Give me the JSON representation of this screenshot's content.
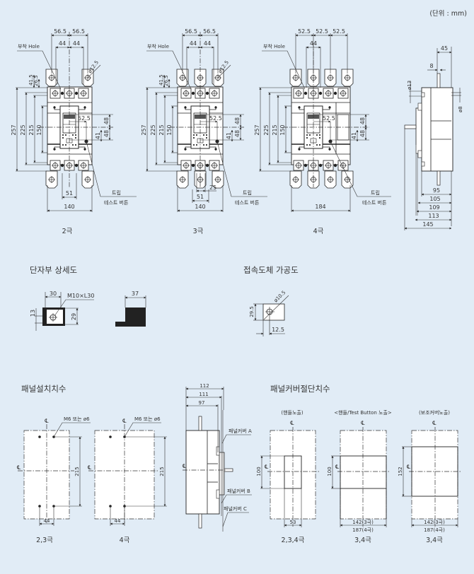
{
  "unit_label": "(단위 : mm)",
  "front_views": [
    {
      "caption": "2극",
      "top_dims": [
        "56.5",
        "56.5"
      ],
      "inner_dims": [
        "44",
        "44"
      ],
      "hole_label": "부착 Hole",
      "hole_dia": "ø12.5",
      "left_dims": [
        "41.5",
        "26.5"
      ],
      "height_dims": [
        "257",
        "225",
        "215",
        "150"
      ],
      "right_dims": [
        "52.5",
        "48",
        "41",
        "48"
      ],
      "bottom_dims": [
        "51",
        "140"
      ],
      "trip_label_1": "트립",
      "trip_label_2": "테스트 버튼"
    },
    {
      "caption": "3극",
      "top_dims": [
        "56.5",
        "56.5"
      ],
      "inner_dims": [
        "44",
        "44"
      ],
      "hole_label": "부착 Hole",
      "hole_dia": "ø12.5",
      "left_dims": [
        "41.5",
        "26.5"
      ],
      "height_dims": [
        "257",
        "225",
        "215",
        "150"
      ],
      "right_dims": [
        "52.5",
        "48",
        "41",
        "48"
      ],
      "bottom_dims": [
        "25",
        "51",
        "140"
      ],
      "trip_label_1": "트립",
      "trip_label_2": "테스트 버튼"
    },
    {
      "caption": "4극",
      "top_dims": [
        "52.5",
        "52.5",
        "52.5"
      ],
      "inner_dims": [
        "44"
      ],
      "hole_label": "부착 Hole",
      "height_dims": [
        "257",
        "225",
        "215",
        "150"
      ],
      "right_dims": [
        "52.5",
        "48",
        "41",
        "48"
      ],
      "bottom_dims": [
        "184"
      ],
      "trip_label_1": "트립",
      "trip_label_2": "테스트 버튼"
    }
  ],
  "side_view": {
    "top_dims": [
      "45",
      "8"
    ],
    "left_dim": "ø13",
    "right_dim": "ø8",
    "bottom_dims": [
      "95",
      "105",
      "109",
      "113",
      "145"
    ]
  },
  "terminal_detail": {
    "title": "단자부 상세도",
    "dims": [
      "30",
      "M10×L30",
      "13",
      "29",
      "37"
    ]
  },
  "conductor_detail": {
    "title": "접속도체 가공도",
    "dims": [
      "ø10.5",
      "29.5",
      "12.5"
    ]
  },
  "panel_install": {
    "title": "패널설치치수",
    "centerline": "℄",
    "views": [
      {
        "caption": "2,3극",
        "hole_label": "M6 또는 ø6",
        "height": "215",
        "width": "44"
      },
      {
        "caption": "4극",
        "hole_label": "M6 또는 ø6",
        "height": "215",
        "width": "44"
      }
    ]
  },
  "panel_side": {
    "dims": [
      "112",
      "111",
      "97"
    ],
    "labels": [
      "패널커버 A",
      "패널커버 B",
      "패널커버 C"
    ]
  },
  "panel_cutout": {
    "title": "패널커버절단치수",
    "views": [
      {
        "subtitle": "(핸들노출)",
        "caption": "2,3,4극",
        "height": "100",
        "width": [
          "53"
        ]
      },
      {
        "subtitle": "<핸들/Test Button 노출>",
        "caption": "3,4극",
        "height": "100",
        "width": [
          "142(3극)",
          "187(4극)"
        ]
      },
      {
        "subtitle": "(보조커버노출)",
        "caption": "3,4극",
        "height": "152",
        "width": [
          "142(3극)",
          "187(4극)"
        ]
      }
    ]
  }
}
